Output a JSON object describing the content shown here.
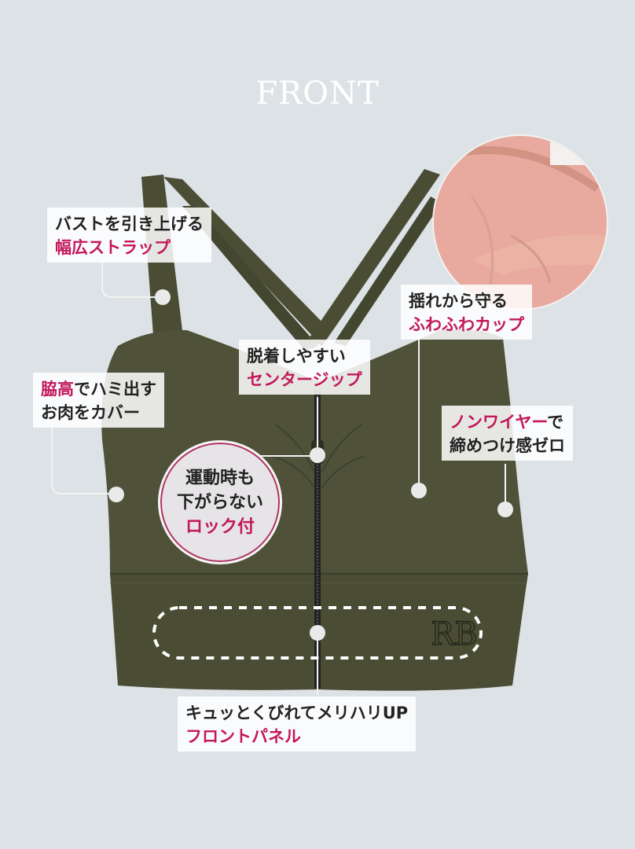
{
  "page": {
    "title": "FRONT",
    "colors": {
      "background": "#dde2e6",
      "fabric": "#4f5238",
      "fabric_dark": "#3e4130",
      "accent": "#c2185b",
      "cup_pink": "#e8a99e",
      "text": "#222222"
    }
  },
  "callouts": [
    {
      "id": "strap",
      "line1": "バストを引き上げる",
      "line2": "幅広ストラップ",
      "accent_line": 2
    },
    {
      "id": "side",
      "line1_accent": "脇高",
      "line1_rest": "でハミ出す",
      "line2": "お肉をカバー"
    },
    {
      "id": "zip",
      "line1": "脱着しやすい",
      "line2": "センタージップ",
      "accent_line": 2
    },
    {
      "id": "cup",
      "line1": "揺れから守る",
      "line2": "ふわふわカップ",
      "accent_line": 2
    },
    {
      "id": "nowire",
      "line1_accent": "ノンワイヤー",
      "line1_rest": "で",
      "line2": "締めつけ感ゼロ"
    },
    {
      "id": "panel",
      "line1": "キュッとくびれてメリハリUP",
      "line2": "フロントパネル",
      "accent_line": 2
    }
  ],
  "badge": {
    "line1": "運動時も",
    "line2": "下がらない",
    "line3": "ロック付"
  },
  "logo": "RB"
}
